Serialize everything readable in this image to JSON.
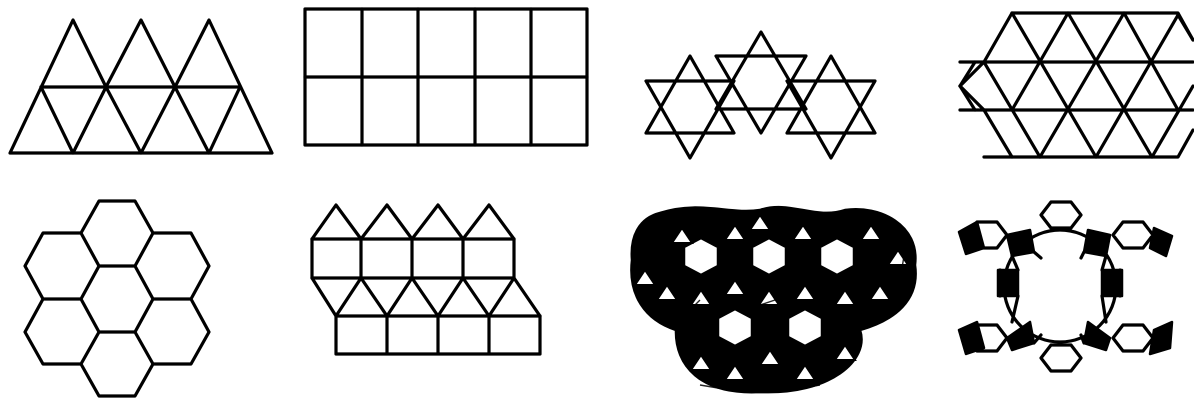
{
  "figure": {
    "stroke_color": "#000000",
    "background_color": "#ffffff",
    "panels": [
      {
        "id": "tiling-1",
        "kind": "triangular-tiling"
      },
      {
        "id": "tiling-2",
        "kind": "square-tiling"
      },
      {
        "id": "tiling-3",
        "kind": "trihexagonal-star-tiling"
      },
      {
        "id": "tiling-4",
        "kind": "trihexagonal-tiling"
      },
      {
        "id": "tiling-5",
        "kind": "hexagonal-tiling"
      },
      {
        "id": "tiling-6",
        "kind": "elongated-triangular-tiling"
      },
      {
        "id": "tiling-7",
        "kind": "snub-hexagonal-tiling"
      },
      {
        "id": "tiling-8",
        "kind": "rhombitrihexagonal-tiling"
      }
    ]
  }
}
